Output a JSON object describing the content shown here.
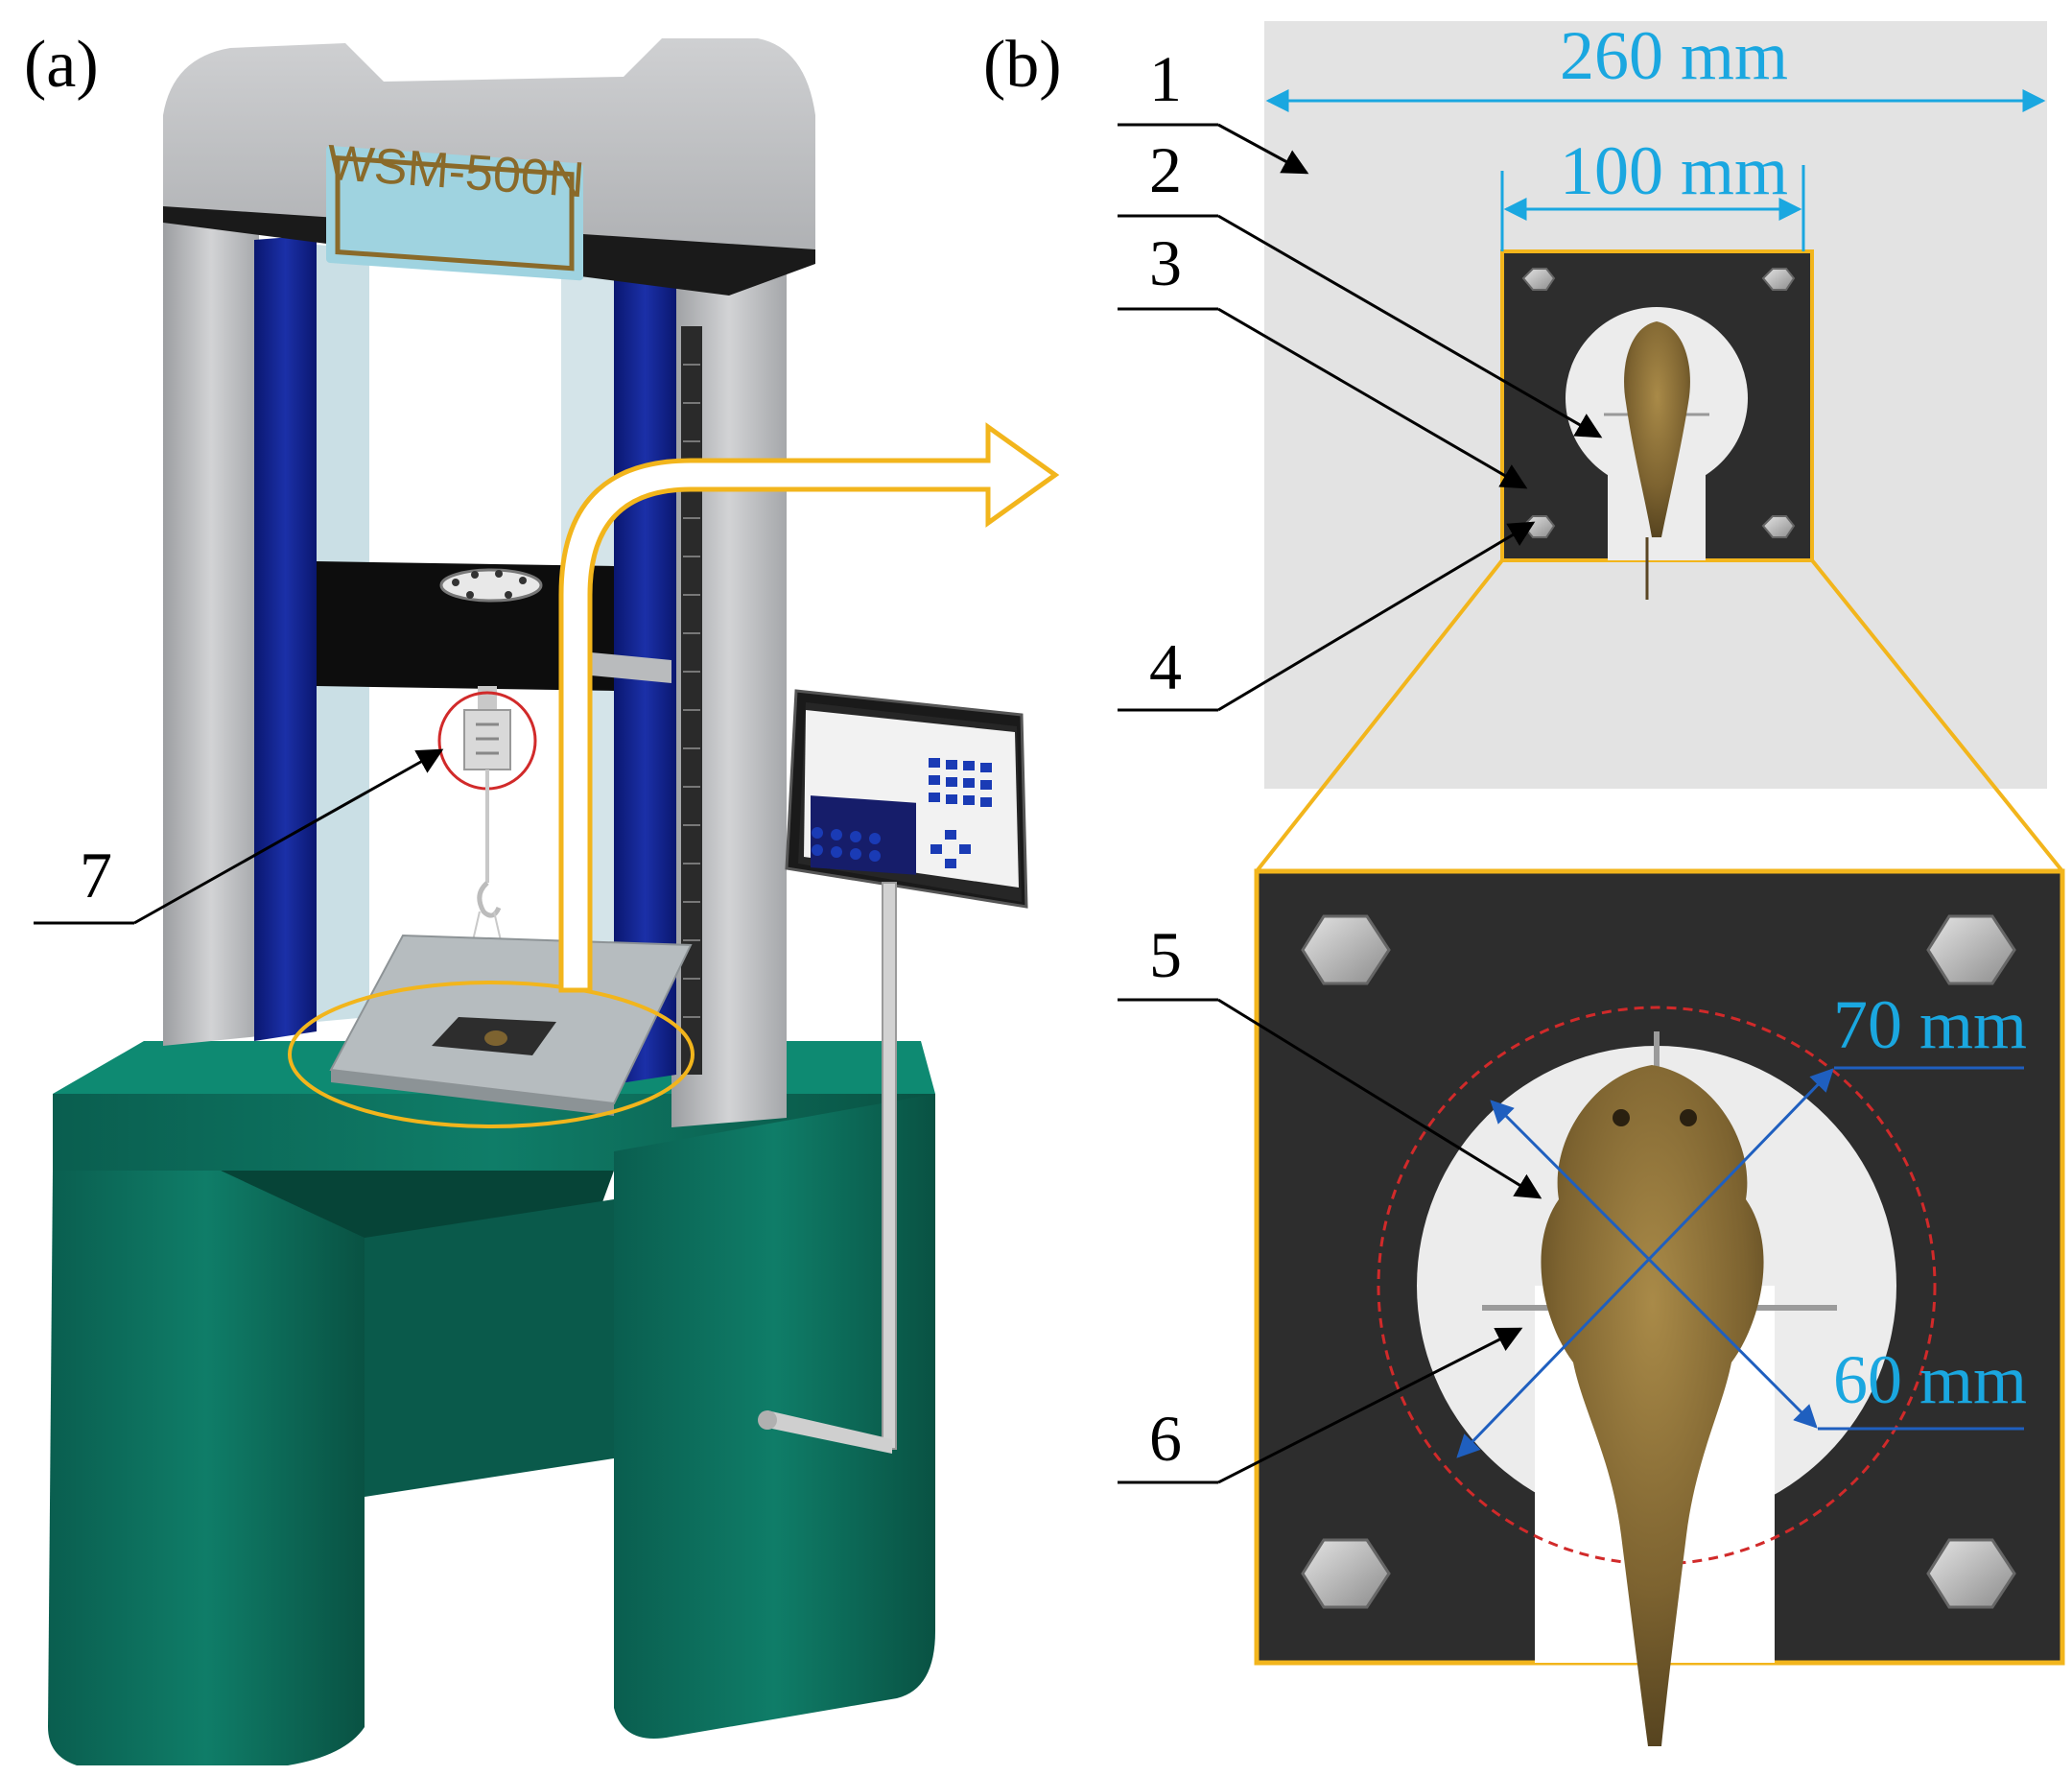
{
  "panels": {
    "a": "(a)",
    "b": "(b)"
  },
  "machine": {
    "model_plate": "WSM-500N"
  },
  "dimensions": {
    "plate_width": "260 mm",
    "fixture_width": "100 mm",
    "outer_circle": "70 mm",
    "inner_circle": "60 mm"
  },
  "callouts": [
    "1",
    "2",
    "3",
    "4",
    "5",
    "6",
    "7"
  ],
  "colors": {
    "dimension_blue": "#1aa7e0",
    "highlight_yellow": "#f2b51c",
    "frame_gray": "#b8b9bb",
    "column_blue": "#0d1e8a",
    "base_green": "#0b6e5c",
    "fixture_black": "#2d2d2d",
    "dashed_red": "#d12a2a"
  }
}
